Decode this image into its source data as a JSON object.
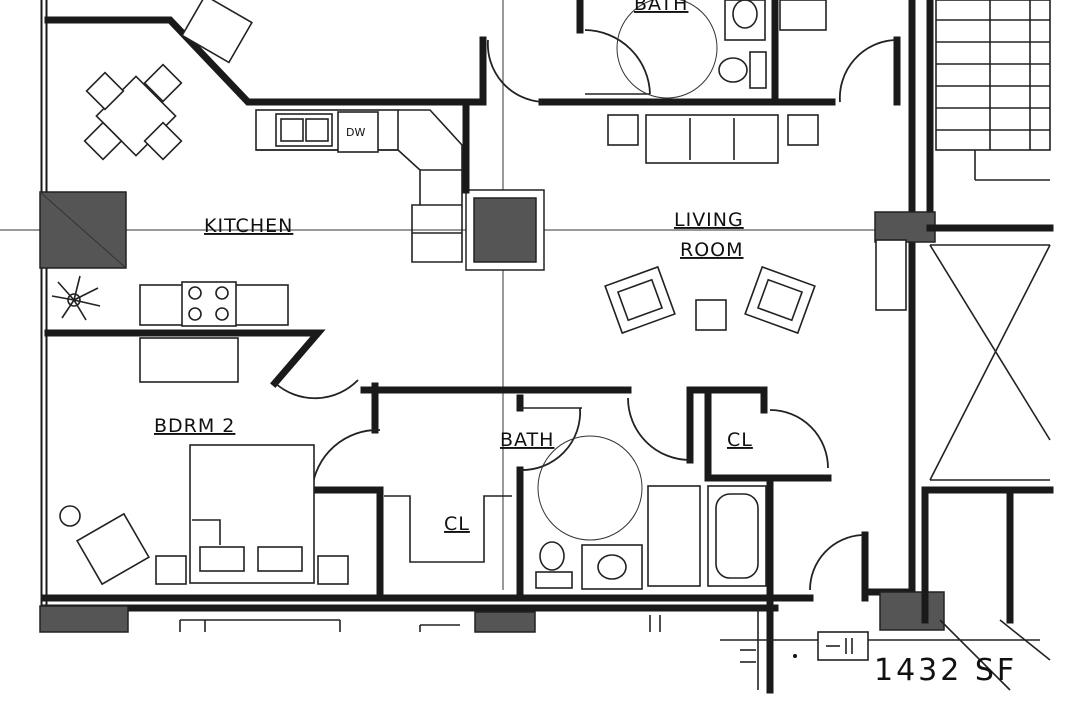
{
  "rooms": {
    "kitchen": "KITCHEN",
    "living_room_line1": "LIVING",
    "living_room_line2": "ROOM",
    "bedroom_2": "BDRM 2",
    "bath_upper": "BATH",
    "bath_lower": "BATH",
    "closet_bedroom": "CL",
    "closet_hall": "CL"
  },
  "appliances": {
    "dishwasher": "DW"
  },
  "area": "1432 SF",
  "colors": {
    "line": "#1a1a1a",
    "column_fill": "#555555",
    "background": "#ffffff"
  }
}
